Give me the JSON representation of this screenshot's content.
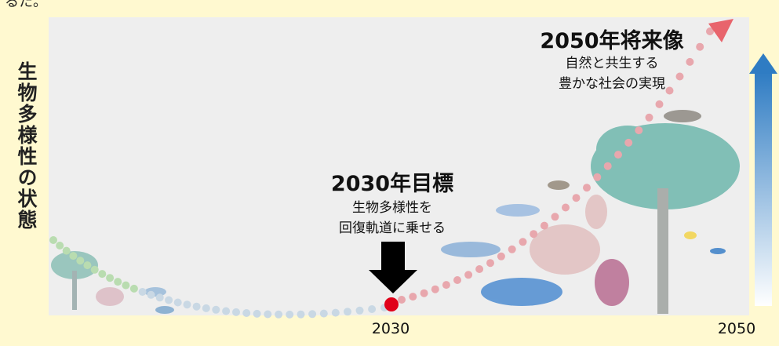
{
  "top_text": "るた。",
  "y_axis_label": "生物多様性の状態",
  "goal_2050": {
    "title": "2050年将来像",
    "subtitle_line1": "自然と共生する",
    "subtitle_line2": "豊かな社会の実現"
  },
  "goal_2030": {
    "title": "2030年目標",
    "subtitle_line1": "生物多様性を",
    "subtitle_line2": "回復軌道に乗せる"
  },
  "x_ticks": [
    "2030",
    "2050"
  ],
  "colors": {
    "background": "#fff9d0",
    "panel": "#eeeeee",
    "decline_dots": "#c9d8e4",
    "early_dots": "#b9dcb0",
    "recovery_dots": "#e8a7ad",
    "target_marker": "#e0001a",
    "trend_arrow": "#e8646c",
    "side_arrow_top": "#2f7cc3"
  },
  "icons": {
    "big_arrow": "down-arrow-icon",
    "side_arrow": "up-arrow-icon",
    "trend_arrow": "trend-arrow-icon"
  }
}
